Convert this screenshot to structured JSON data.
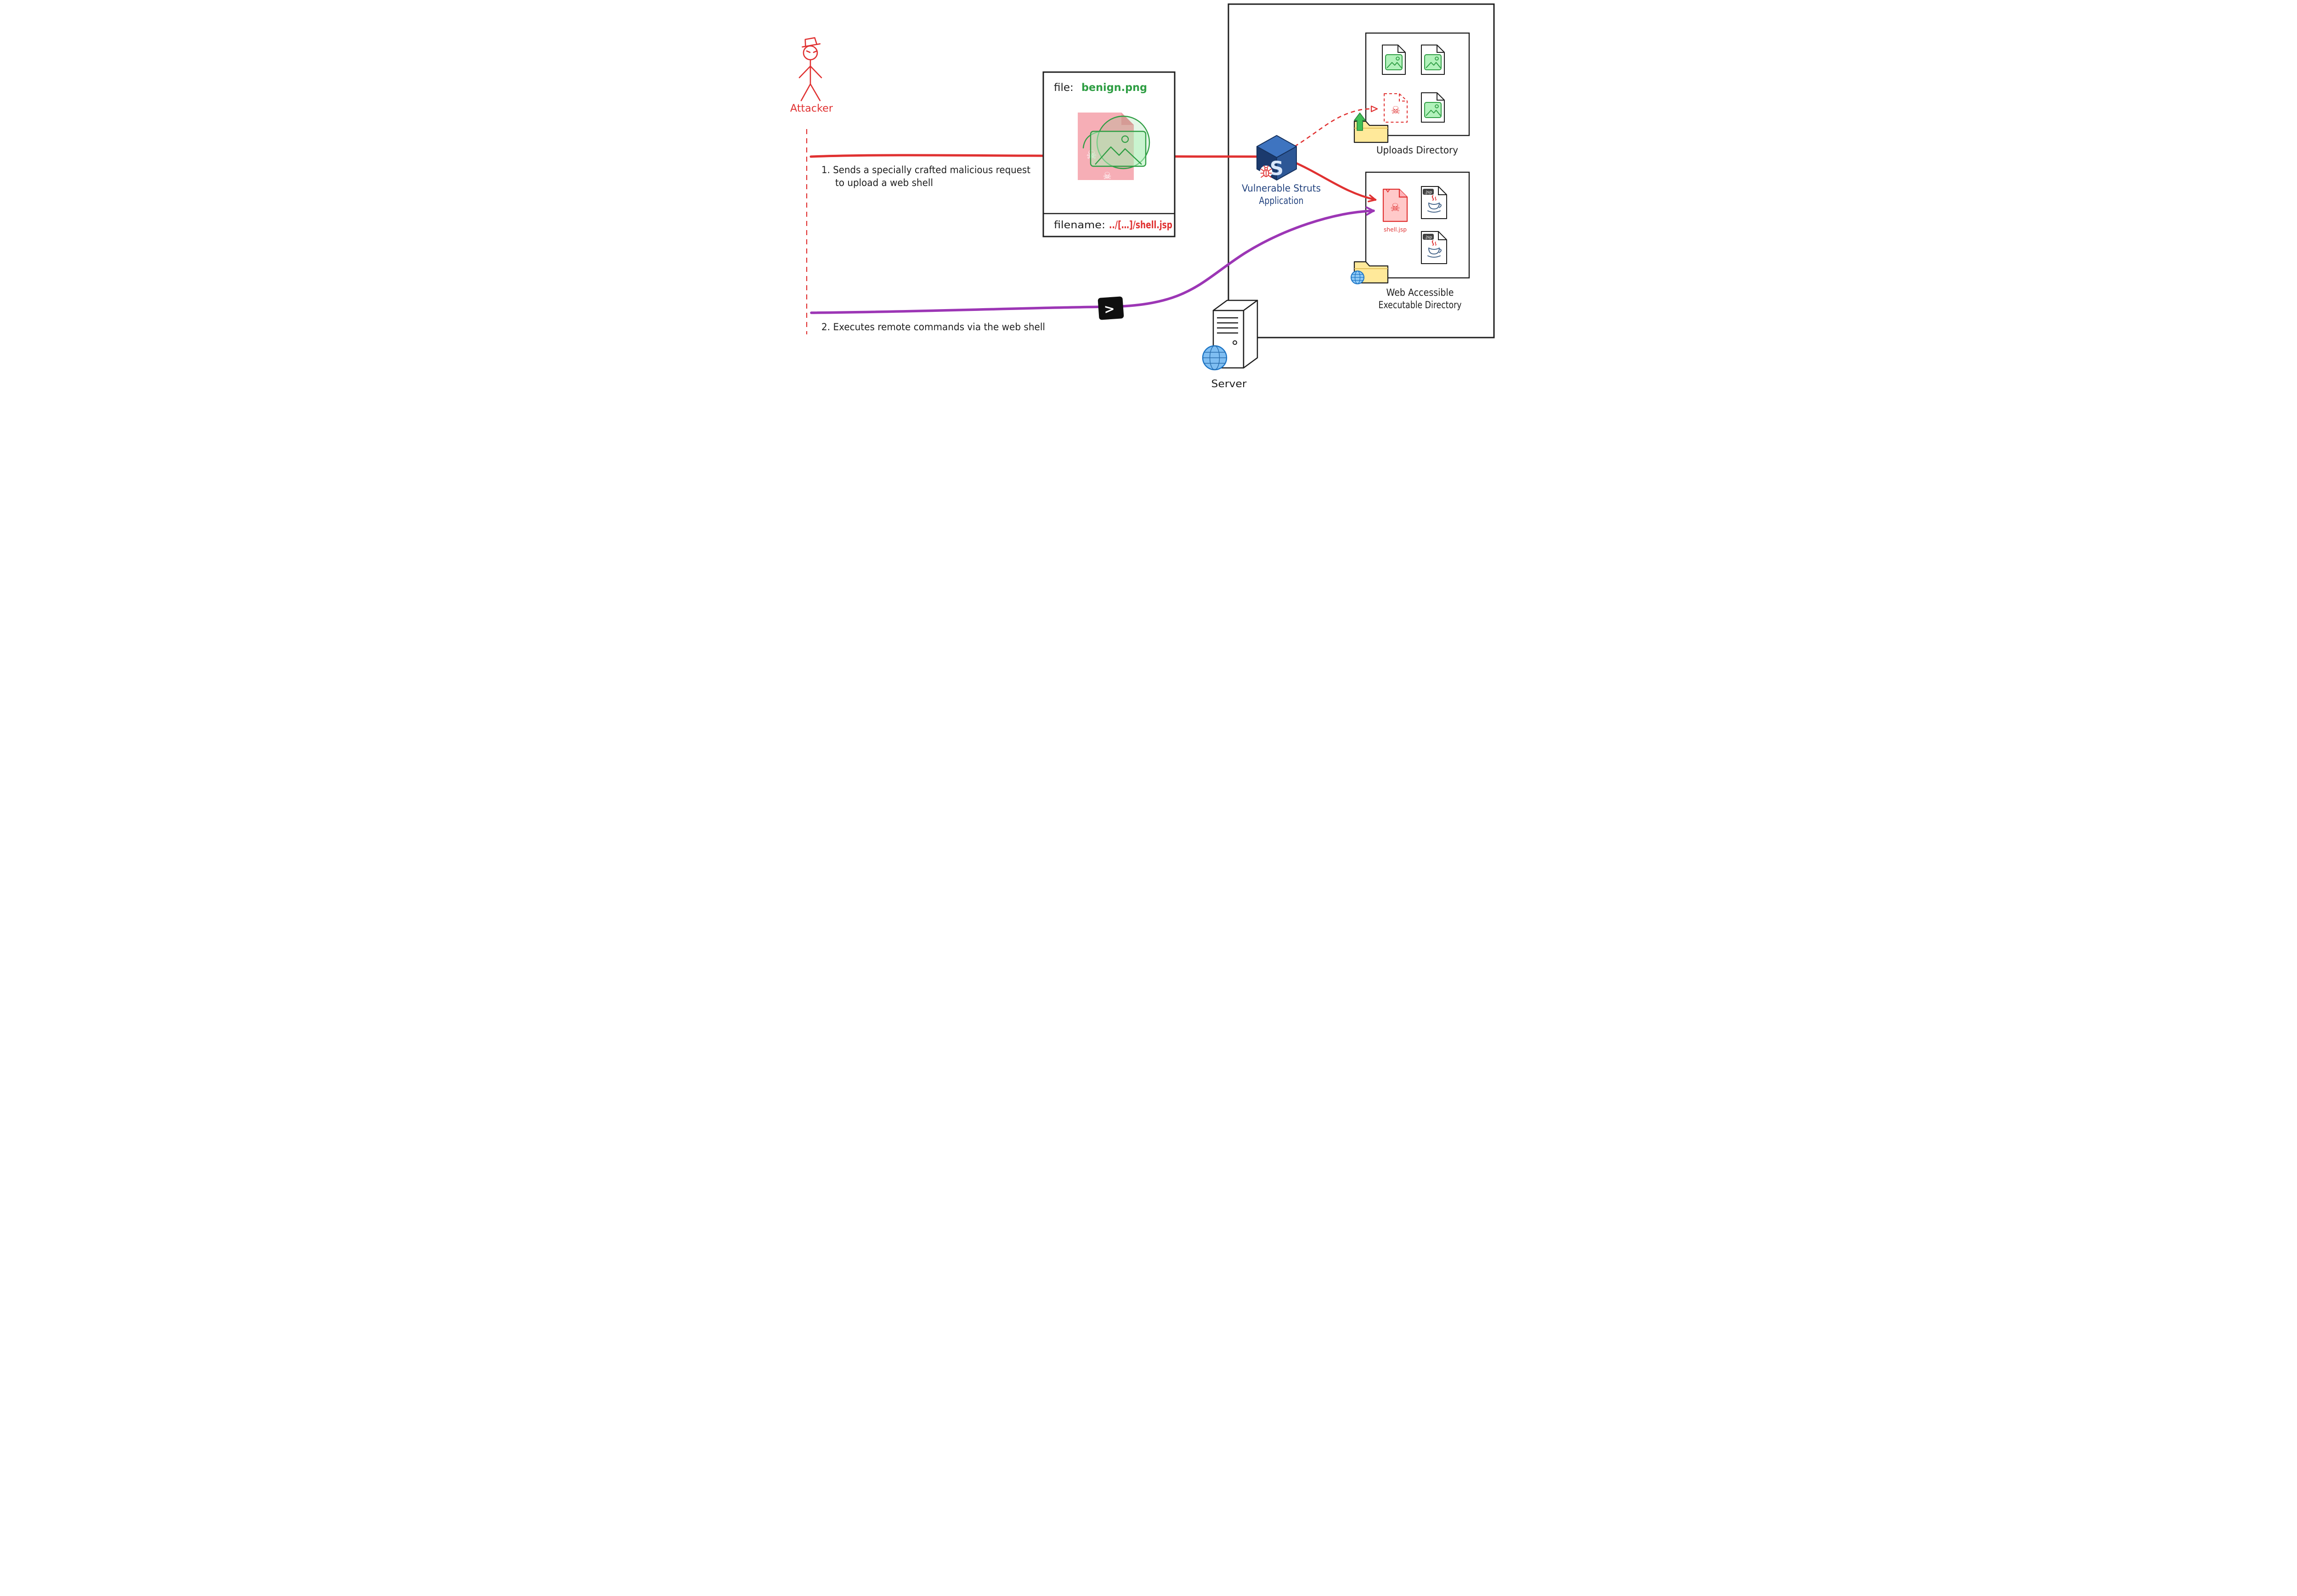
{
  "attacker": {
    "label": "Attacker"
  },
  "steps": {
    "step1_line1": "1. Sends a specially crafted malicious request",
    "step1_line2": "to upload a web shell",
    "step2": "2. Executes remote commands via the web shell"
  },
  "file_card": {
    "file_label": "file:",
    "file_value": "benign.png",
    "filename_label": "filename:",
    "filename_value": "../[…]/shell.jsp"
  },
  "struts_app": {
    "label_line1": "Vulnerable Struts",
    "label_line2": "Application"
  },
  "uploads_directory": {
    "label": "Uploads Directory"
  },
  "web_directory": {
    "label_line1": "Web Accessible",
    "label_line2": "Executable Directory",
    "shell_file_label": "shell.jsp",
    "jsp_badge": ".jsp"
  },
  "server": {
    "label": "Server"
  },
  "terminal": {
    "prompt": ">"
  },
  "icons": {
    "skull": "☠",
    "struts_s": "S"
  },
  "colors": {
    "attacker_red": "#e03131",
    "benign_green": "#2f9e44",
    "webshell_purple": "#9c36b5",
    "struts_blue": "#2b5b9e",
    "struts_label_blue": "#23437f",
    "folder_yellow": "#ffe99a",
    "globe_blue": "#1b74c5",
    "ink": "#1e1e1e"
  }
}
